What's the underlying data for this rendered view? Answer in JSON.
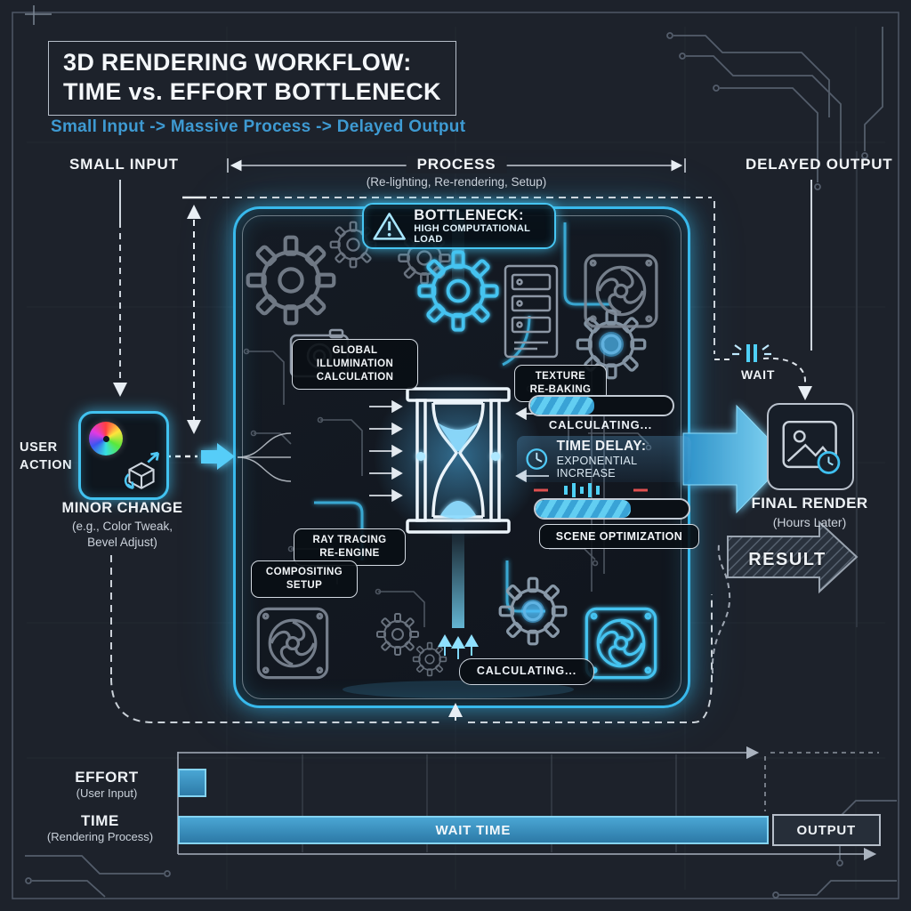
{
  "title": {
    "line1": "3D RENDERING WORKFLOW:",
    "line2": "TIME vs. EFFORT BOTTLENECK"
  },
  "subtitle": "Small Input -> Massive Process -> Delayed Output",
  "flow": {
    "small_input": "SMALL INPUT",
    "process": "PROCESS",
    "process_sub": "(Re-lighting, Re-rendering, Setup)",
    "delayed_output": "DELAYED OUTPUT"
  },
  "bottleneck": {
    "title": "BOTTLENECK:",
    "subtitle": "HIGH COMPUTATIONAL LOAD"
  },
  "input_stage": {
    "actor": "USER\nACTION",
    "node_title": "MINOR CHANGE",
    "node_sub": "(e.g., Color Tweak,\nBevel Adjust)"
  },
  "process_stage": {
    "tasks": {
      "global_illumination": "GLOBAL\nILLUMINATION\nCALCULATION",
      "texture_rebaking": "TEXTURE\nRE-BAKING",
      "ray_tracing": "RAY TRACING\nRE-ENGINE",
      "scene_optimization": "SCENE OPTIMIZATION",
      "compositing": "COMPOSITING\nSETUP"
    },
    "status_top": "CALCULATING...",
    "status_bottom": "CALCULATING...",
    "progress_top": 0.45,
    "progress_mid": 0.62,
    "delay_title": "TIME DELAY:",
    "delay_sub": "EXPONENTIAL INCREASE"
  },
  "output_stage": {
    "wait": "WAIT",
    "node_title": "FINAL RENDER",
    "node_sub": "(Hours Later)",
    "result": "RESULT"
  },
  "chart_data": {
    "type": "bar",
    "orientation": "horizontal",
    "categories": [
      "EFFORT (User Input)",
      "TIME (Rendering Process)"
    ],
    "rows": [
      {
        "label": "EFFORT",
        "sublabel": "(User Input)",
        "segments": [
          {
            "name": "",
            "fraction": 0.04
          }
        ]
      },
      {
        "label": "TIME",
        "sublabel": "(Rendering Process)",
        "segments": [
          {
            "name": "WAIT TIME",
            "fraction": 0.84
          },
          {
            "name": "OUTPUT",
            "fraction": 0.155
          }
        ]
      }
    ],
    "grid": "faint vertical gridlines",
    "legend_position": "none"
  },
  "colors": {
    "background": "#1d222b",
    "accent_blue": "#3fbef0",
    "subtitle_blue": "#3e9ad2",
    "bar_fill": "#3c96c8",
    "bar_border": "#85d4f2",
    "text": "#eef2f6",
    "muted_text": "#c9d1da",
    "warn_red": "#e05050"
  }
}
